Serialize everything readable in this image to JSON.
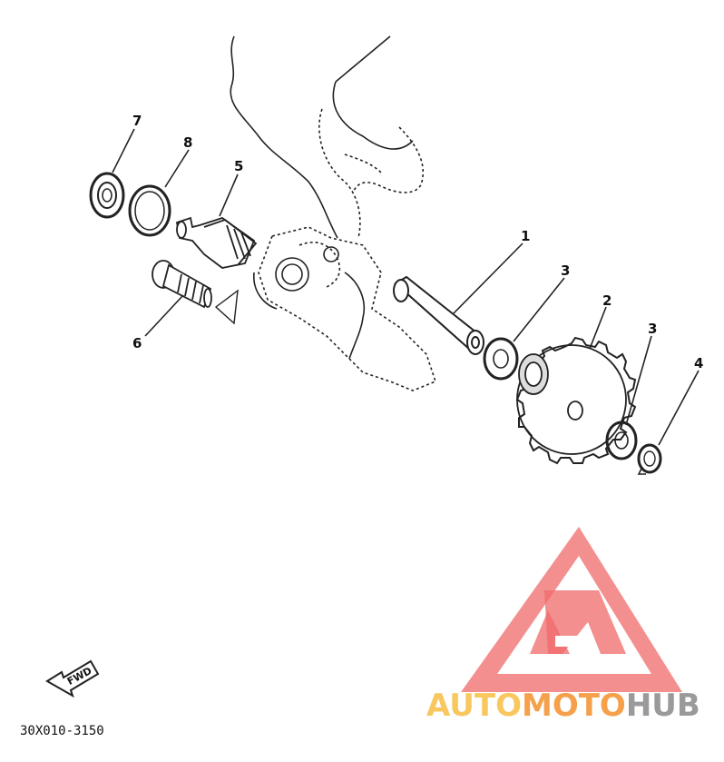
{
  "diagram": {
    "callouts": [
      "7",
      "8",
      "5",
      "1",
      "3",
      "2",
      "3",
      "4",
      "6"
    ],
    "fwd_label": "FWD",
    "code_label": "30X010-3150"
  },
  "watermark": {
    "part1": "AUTO",
    "part2": "MOTO",
    "part3": "HUB",
    "color_light": "#f8c75e",
    "color_mid": "#f5a14c",
    "color_red": "#f06a6a",
    "color_gray": "#9a9a9a"
  }
}
